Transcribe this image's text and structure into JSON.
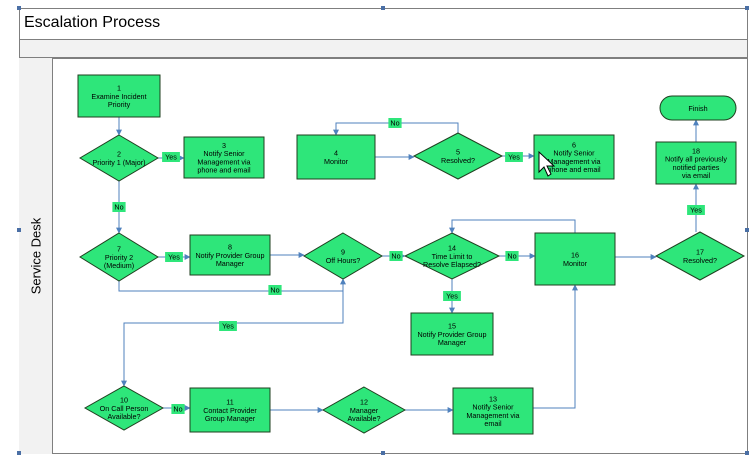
{
  "title": "Escalation Process",
  "lane_label": "Service Desk",
  "colors": {
    "shape_fill": "#2ee67a",
    "shape_stroke": "#1f3f1f",
    "connector": "#4f81bd",
    "label_fill": "#2ee67a"
  },
  "nodes": [
    {
      "id": "n1",
      "shape": "process",
      "lines": [
        "1",
        "Examine Incident",
        "Priority"
      ]
    },
    {
      "id": "n2",
      "shape": "decision",
      "lines": [
        "2",
        "Priority 1 (Major)"
      ]
    },
    {
      "id": "n3",
      "shape": "process",
      "lines": [
        "3",
        "Notify Senior",
        "Management via",
        "phone and email"
      ]
    },
    {
      "id": "n4",
      "shape": "process",
      "lines": [
        "4",
        "Monitor"
      ]
    },
    {
      "id": "n5",
      "shape": "decision",
      "lines": [
        "5",
        "Resolved?"
      ]
    },
    {
      "id": "n6",
      "shape": "process",
      "lines": [
        "6",
        "Notify Senior",
        "Management via",
        "phone  and email"
      ]
    },
    {
      "id": "n7",
      "shape": "decision",
      "lines": [
        "7",
        "Priority 2",
        "(Medium)"
      ]
    },
    {
      "id": "n8",
      "shape": "process",
      "lines": [
        "8",
        "Notify Provider Group",
        "Manager"
      ]
    },
    {
      "id": "n9",
      "shape": "decision",
      "lines": [
        "9",
        "Off Hours?"
      ]
    },
    {
      "id": "n14",
      "shape": "decision",
      "lines": [
        "14",
        "Time Limit to",
        "Resolve Elapsed?"
      ]
    },
    {
      "id": "n16",
      "shape": "process",
      "lines": [
        "16",
        "Monitor"
      ]
    },
    {
      "id": "n17",
      "shape": "decision",
      "lines": [
        "17",
        "Resolved?"
      ]
    },
    {
      "id": "n18",
      "shape": "process",
      "lines": [
        "18",
        "Notify all previously",
        "notified parties",
        "via email"
      ]
    },
    {
      "id": "finish",
      "shape": "terminator",
      "lines": [
        "Finish"
      ]
    },
    {
      "id": "n15",
      "shape": "process",
      "lines": [
        "15",
        "Notify Provider Group",
        "Manager"
      ]
    },
    {
      "id": "n10",
      "shape": "decision",
      "lines": [
        "10",
        "On Call Person",
        "Available?"
      ]
    },
    {
      "id": "n11",
      "shape": "process",
      "lines": [
        "11",
        "Contact Provider",
        "Group  Manager"
      ]
    },
    {
      "id": "n12",
      "shape": "decision",
      "lines": [
        "12",
        "Manager",
        "Available?"
      ]
    },
    {
      "id": "n13",
      "shape": "process",
      "lines": [
        "13",
        "Notify Senior",
        "Management via",
        "email"
      ]
    }
  ],
  "connector_labels": [
    "Yes",
    "No",
    "No",
    "Yes",
    "No",
    "No",
    "Yes",
    "Yes",
    "No",
    "Yes",
    "No"
  ]
}
